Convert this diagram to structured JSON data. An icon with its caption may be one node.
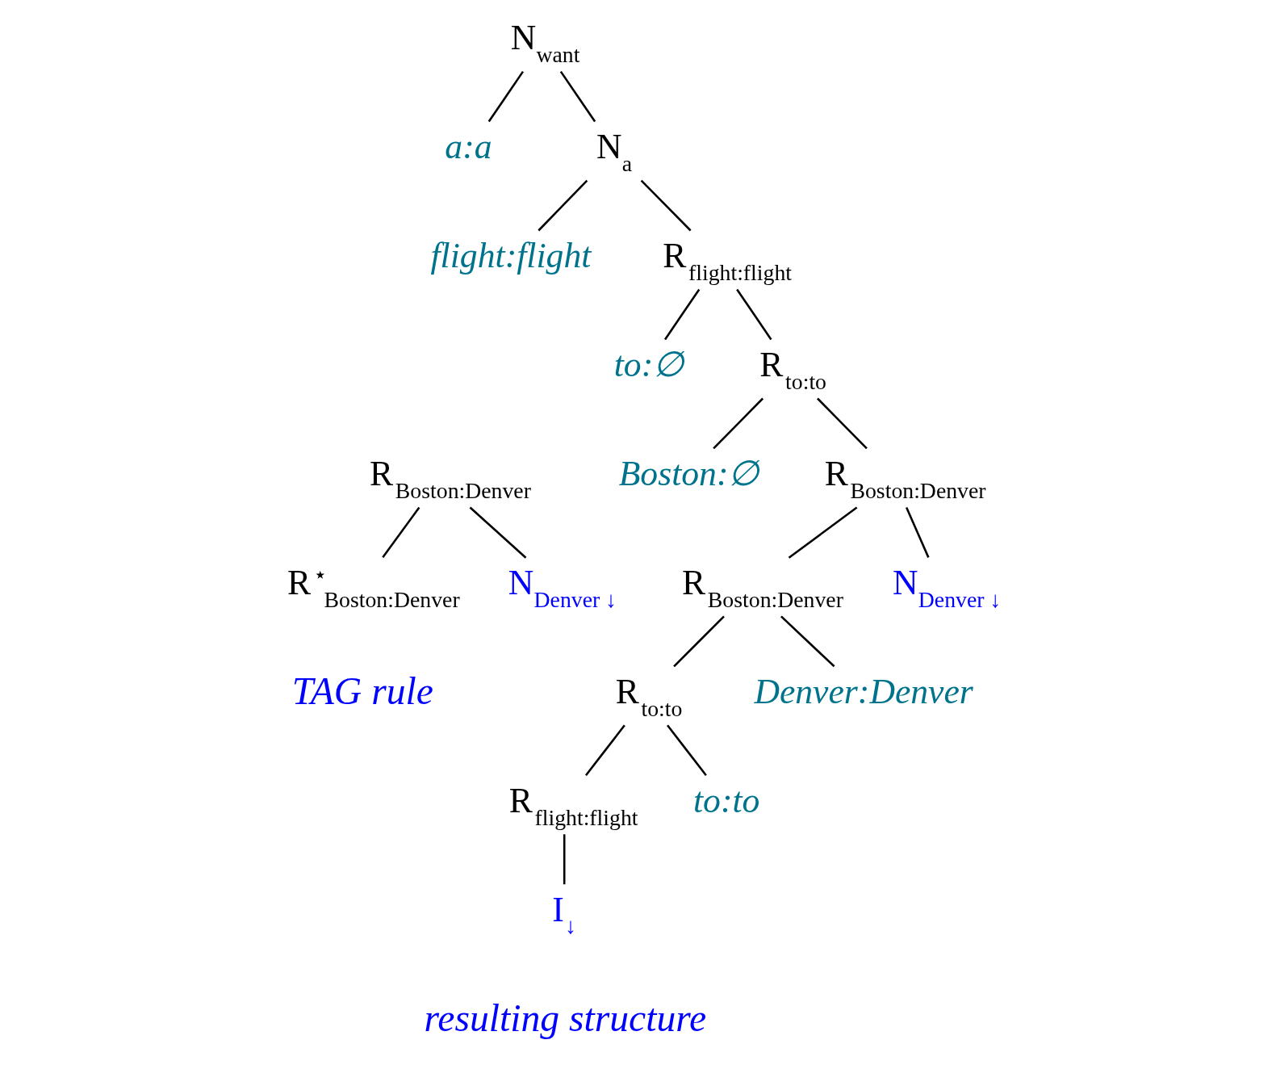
{
  "diagram": {
    "nodes": [
      {
        "text": [
          "N$_{want}$"
        ]
      },
      {
        "text": [
          "a:a"
        ]
      },
      {
        "text": [
          "N$_{a}$"
        ]
      },
      {
        "text": [
          "flight:flight"
        ]
      },
      {
        "text": [
          "R$_{flight:flight}$"
        ]
      },
      {
        "text": [
          "to:∅"
        ]
      },
      {
        "text": [
          "R$_{to:to}$"
        ]
      },
      {
        "text": [
          "Boston:∅"
        ]
      },
      {
        "text": [
          "R$_{Boston:Denver}$"
        ]
      },
      {
        "text": [
          "R$_{Boston:Denver}$"
        ]
      },
      {
        "text": [
          "N$_{Denver ↓}$"
        ]
      },
      {
        "text": [
          "R$_{to:to}$"
        ]
      },
      {
        "text": [
          "Denver:Denver"
        ]
      },
      {
        "text": [
          "R$_{flight:flight}$"
        ]
      },
      {
        "text": [
          "to:to"
        ]
      },
      {
        "text": [
          "I$_{↓}$"
        ]
      },
      {
        "text": [
          "R$_{Boston:Denver}$"
        ]
      },
      {
        "text": [
          "R$^{⋆}$$_{Boston:Denver}$"
        ]
      },
      {
        "text": [
          "N$_{Denver ↓}$"
        ]
      }
    ],
    "edges": [
      {
        "from": 0,
        "to": 1,
        "arrow": "none"
      },
      {
        "from": 0,
        "to": 2,
        "arrow": "none"
      },
      {
        "from": 2,
        "to": 3,
        "arrow": "none"
      },
      {
        "from": 2,
        "to": 4,
        "arrow": "none"
      },
      {
        "from": 4,
        "to": 5,
        "arrow": "none"
      },
      {
        "from": 4,
        "to": 6,
        "arrow": "none"
      },
      {
        "from": 6,
        "to": 7,
        "arrow": "none"
      },
      {
        "from": 6,
        "to": 8,
        "arrow": "none"
      },
      {
        "from": 8,
        "to": 9,
        "arrow": "none"
      },
      {
        "from": 8,
        "to": 10,
        "arrow": "none"
      },
      {
        "from": 9,
        "to": 11,
        "arrow": "none"
      },
      {
        "from": 9,
        "to": 12,
        "arrow": "none"
      },
      {
        "from": 11,
        "to": 13,
        "arrow": "none"
      },
      {
        "from": 11,
        "to": 14,
        "arrow": "none"
      },
      {
        "from": 13,
        "to": 15,
        "arrow": "none"
      },
      {
        "from": 16,
        "to": 17,
        "arrow": "none"
      },
      {
        "from": 16,
        "to": 18,
        "arrow": "none"
      }
    ],
    "labels": [
      "TAG rule",
      "resulting structure"
    ]
  }
}
